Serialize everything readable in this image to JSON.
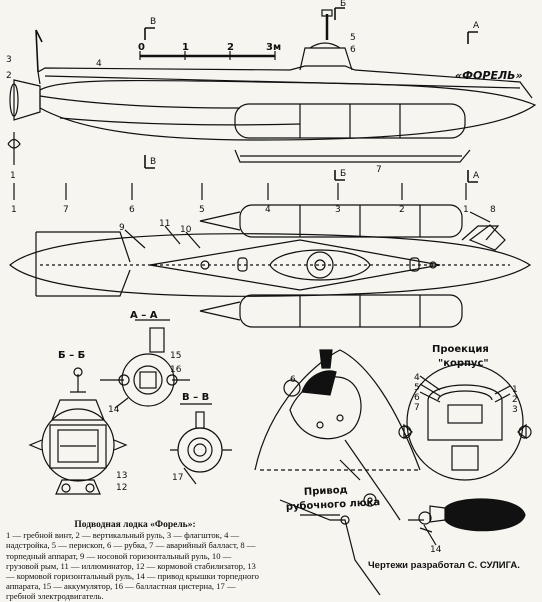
{
  "scale": {
    "ticks": [
      "0",
      "1",
      "2",
      "3м"
    ]
  },
  "boat_name": "«ФОРЕЛЬ»",
  "sections": {
    "a": "А",
    "b": "Б",
    "v": "В",
    "aa": "А – А",
    "bb": "Б – Б",
    "vv": "В – В"
  },
  "frame_numbers": [
    "1",
    "7",
    "6",
    "5",
    "4",
    "3",
    "2",
    "1"
  ],
  "callouts": {
    "n1": "1",
    "n2": "2",
    "n3": "3",
    "n4": "4",
    "n5": "5",
    "n6": "6",
    "n7": "7",
    "n8": "8",
    "n9": "9",
    "n10": "10",
    "n11": "11",
    "n12": "12",
    "n13": "13",
    "n14": "14",
    "n15": "15",
    "n16": "16",
    "n17": "17"
  },
  "projection_label": "Проекция",
  "projection_sub": "\"корпус\"",
  "drive_label_1": "Привод",
  "drive_label_2": "рубочного люка",
  "caption": {
    "title": "Подводная лодка «Форель»:",
    "text": "1 — гребной винт, 2 — вертикальный руль, 3 — флагшток, 4 — надстройка, 5 — перископ, 6 — рубка, 7 — аварийный балласт, 8 — торпедный аппарат, 9 — носовой горизонтальный руль, 10 — грузовой рым, 11 — иллюминатор, 12 — кормовой стабилизатор, 13 — кормовой горизонтальный руль, 14 — привод крышки торпедного аппарата, 15 — аккумулятор, 16 — балластная цистерна, 17 — гребной электродвигатель."
  },
  "credit": "Чертежи разработал С. СУЛИГА."
}
